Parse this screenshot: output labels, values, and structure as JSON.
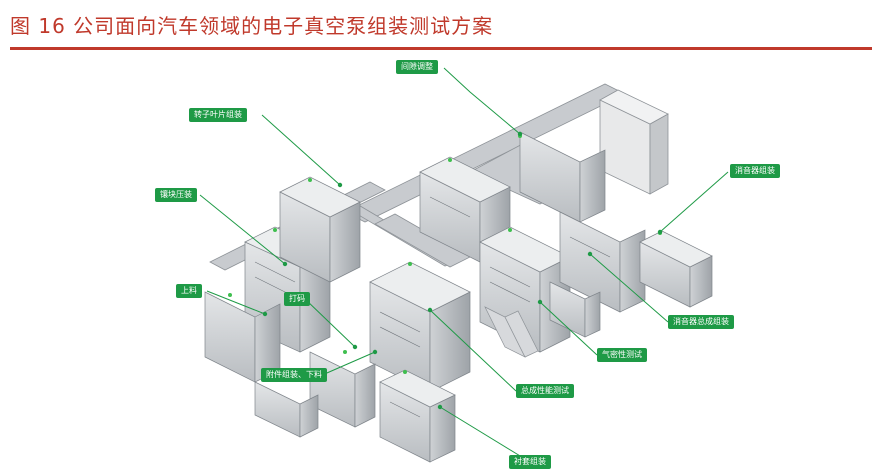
{
  "figure": {
    "title": "图 16   公司面向汽车领域的电子真空泵组装测试方案",
    "accent_color": "#c0392b",
    "label_color": "#1e9a46"
  },
  "labels": {
    "gap_adjust": "间隙调整",
    "rotor_blade": "转子叶片组装",
    "block_press": "镶块压装",
    "muffler": "消音器组装",
    "loading": "上料",
    "marking": "打码",
    "muffler_assembly": "消音器总成组装",
    "airtight_test": "气密性测试",
    "accessory_unload": "附件组装、下料",
    "performance_test": "总成性能测试",
    "sleeve": "衬套组装"
  }
}
